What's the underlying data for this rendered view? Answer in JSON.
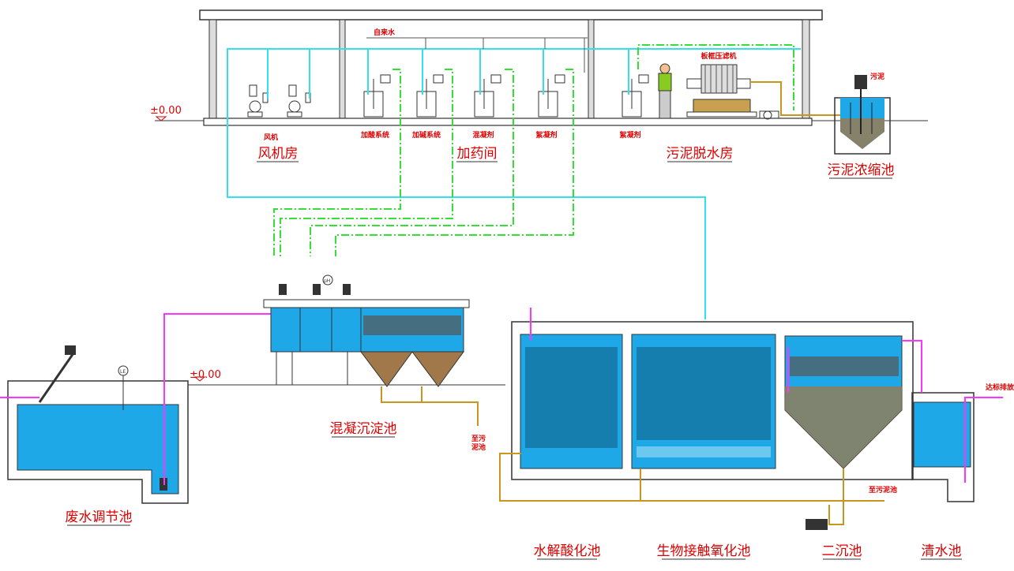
{
  "building": {
    "rooms": {
      "blower_room": "风机房",
      "dosing_room": "加药间",
      "sludge_dewatering_room": "污泥脱水房"
    },
    "equipment_labels": {
      "blower": "风机",
      "acid_dosing": "加酸系统",
      "alkali_dosing": "加碱系统",
      "coagulant": "混凝剂",
      "flocculant_1": "絮凝剂",
      "flocculant_2": "絮凝剂",
      "filter_press": "板框压滤机",
      "tap_water": "自来水"
    },
    "ground_level": "±0.00"
  },
  "units": {
    "sludge_thickener": "污泥浓缩池",
    "sludge_tag": "污泥",
    "equalization_tank": "废水调节池",
    "coag_sed_tank": "混凝沉淀池",
    "to_sludge_tank_1_line1": "至污",
    "to_sludge_tank_1_line2": "泥池",
    "hydrolysis_tank": "水解酸化池",
    "contact_oxidation_tank": "生物接触氧化池",
    "secondary_clarifier": "二沉池",
    "clear_water_tank": "清水池",
    "to_sludge_tank_2": "至污泥池",
    "discharge": "达标排放",
    "ground_level": "±0.00",
    "level_gauge": "LE",
    "ph_probe": "pH"
  },
  "colors": {
    "water": "#1fa8e8",
    "air_line": "#33e0ee",
    "dosing_line": "#33e033",
    "wastewater_line": "#ff33ff",
    "sludge_line": "#c8961e",
    "label": "#e00000"
  }
}
